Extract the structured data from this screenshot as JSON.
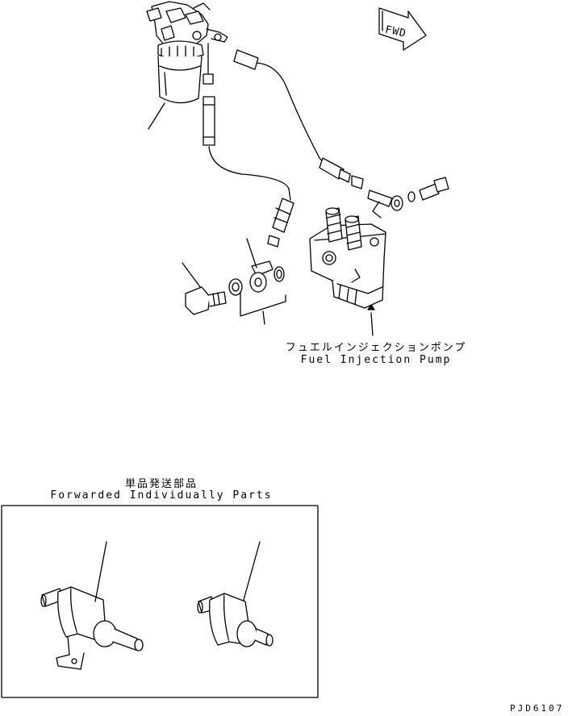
{
  "labels": {
    "pump_jp": "フュエルインジェクションポンプ",
    "pump_en": "Fuel Injection Pump",
    "forwarded_jp": "単品発送部品",
    "forwarded_en": "Forwarded Individually Parts",
    "fwd": "FWD",
    "drawing_code": "PJD6107"
  },
  "icons": [
    "fuel-filter-icon",
    "fuel-hose-icon",
    "banjo-bolt-icon",
    "washer-icon",
    "fuel-injection-pump-icon",
    "fuel-pressure-regulator-icon",
    "fwd-arrow-icon"
  ],
  "colors": {
    "line": "#000000",
    "background": "#ffffff"
  }
}
